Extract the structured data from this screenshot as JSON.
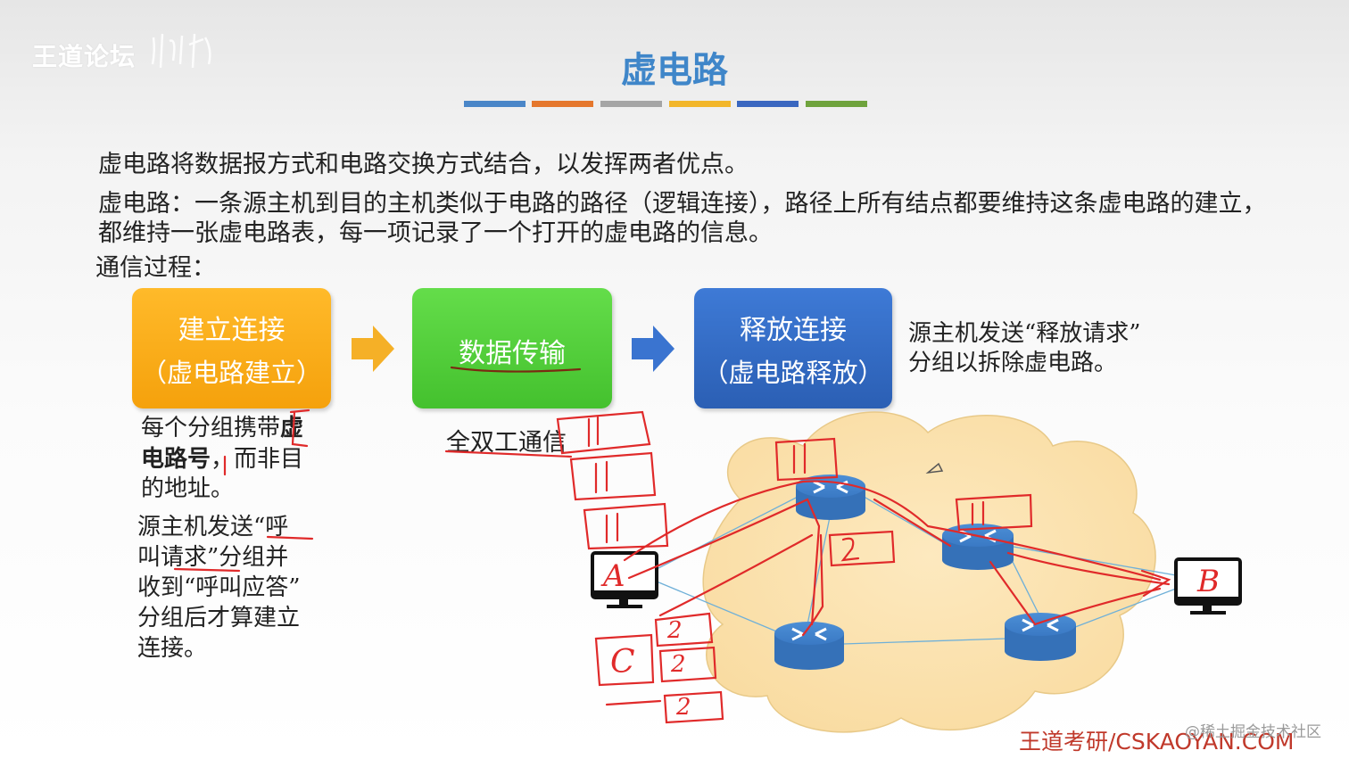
{
  "logo": {
    "text": "王道论坛"
  },
  "slide": {
    "title": "虚电路",
    "color_bars": [
      "#4a86c8",
      "#e5772d",
      "#a5a5a5",
      "#f2b62a",
      "#3a67c0",
      "#6fa33d"
    ],
    "line1": "虚电路将数据报方式和电路交换方式结合，以发挥两者优点。",
    "line2": "虚电路：一条源主机到目的主机类似于电路的路径（逻辑连接），路径上所有结点都要维持这条虚电路的建立，",
    "line3": "都维持一张虚电路表，每一项记录了一个打开的虚电路的信息。",
    "line4": "通信过程："
  },
  "steps": {
    "establish": {
      "title": "建立连接",
      "subtitle": "（虚电路建立）",
      "color": "#f5a10c"
    },
    "transfer": {
      "title": "数据传输",
      "color": "#4cc636"
    },
    "release": {
      "title": "释放连接",
      "subtitle": "（虚电路释放）",
      "color": "#2f66bd"
    }
  },
  "notes": {
    "establish_a1": "每个分组携带",
    "establish_a1_bold": "虚",
    "establish_a2_bold": "电路号",
    "establish_a2": "，而非目",
    "establish_a3": "的地址。",
    "establish_b": [
      "源主机发送“呼",
      "叫请求”分组并",
      "收到“呼叫应答”",
      "分组后才算建立",
      "连接。"
    ],
    "transfer": "全双工通信",
    "release": [
      "源主机发送“释放请求”",
      "分组以拆除虚电路。"
    ]
  },
  "diagram": {
    "host_a": "A",
    "host_b": "B",
    "host_c": "C",
    "packet_1": "1",
    "packet_2": "2",
    "cloud_color": "#fbe3ad",
    "router_color": "#3a7bc8",
    "annotation_color": "#e02a2a"
  },
  "footer": {
    "brand": "王道考研/CSKAOYAN.COM",
    "watermark": "@稀土掘金技术社区"
  }
}
